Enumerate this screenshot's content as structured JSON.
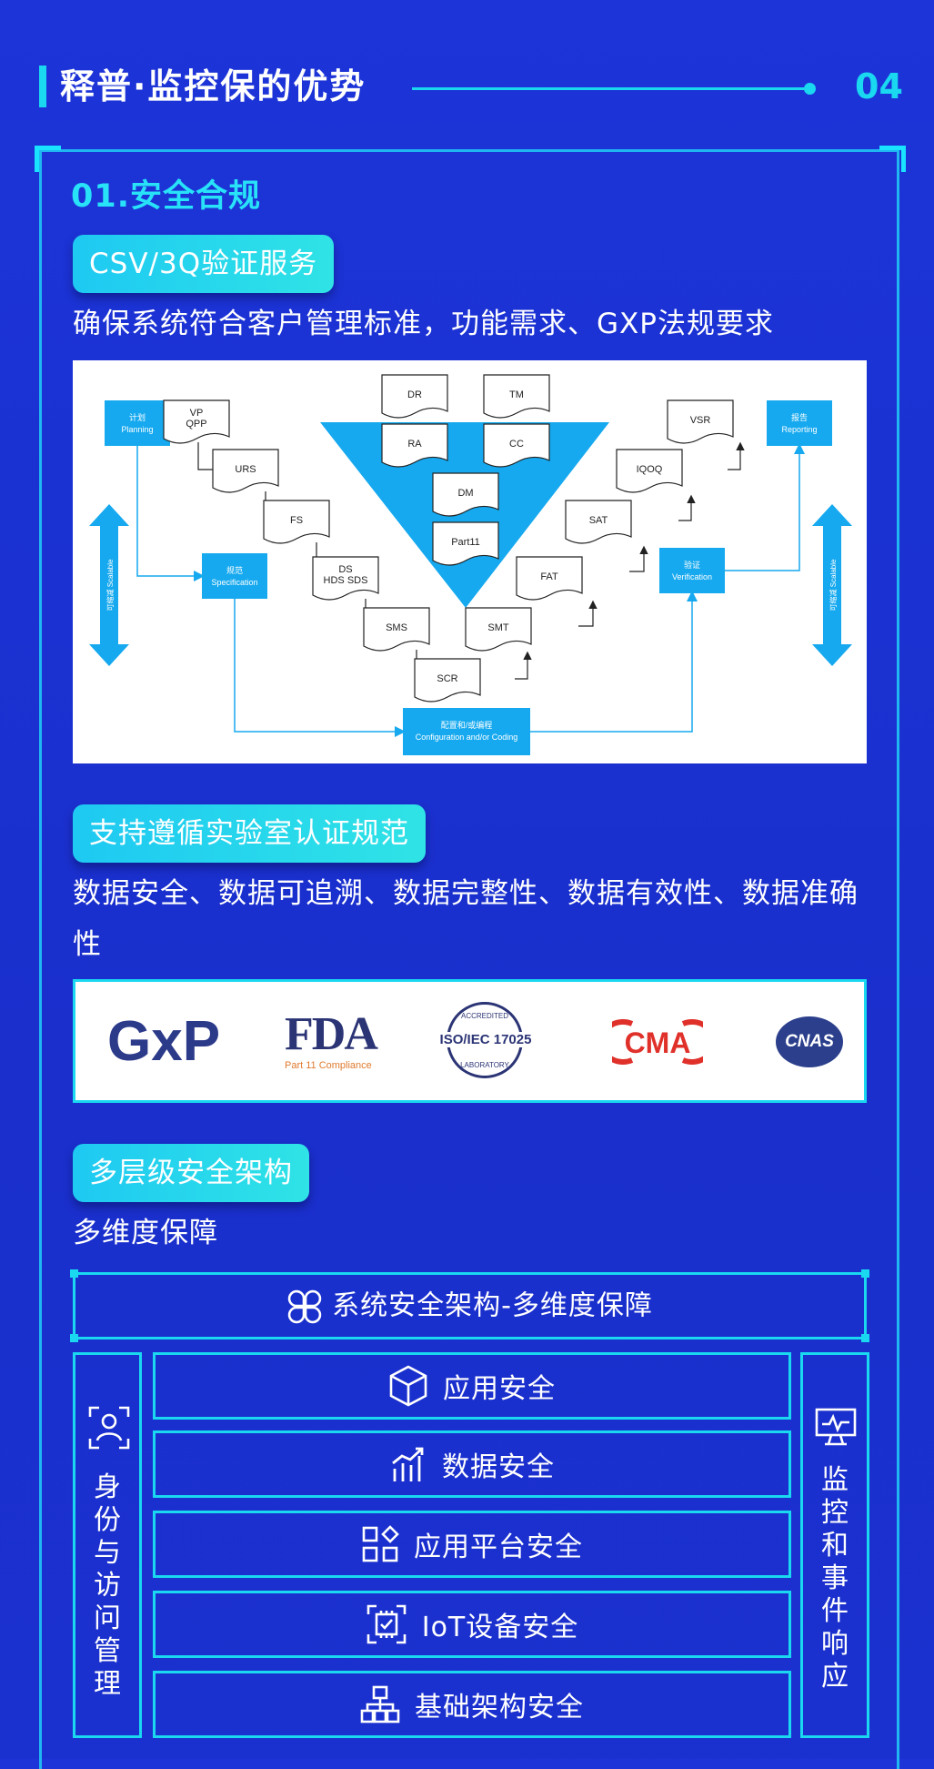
{
  "header": {
    "title": "释普·监控保的优势",
    "number": "04"
  },
  "section": {
    "title": "01.安全合规"
  },
  "blocks": [
    {
      "pill": "CSV/3Q验证服务",
      "desc": "确保系统符合客户管理标准，功能需求、GXP法规要求"
    },
    {
      "pill": "支持遵循实验室认证规范",
      "desc": "数据安全、数据可追溯、数据完整性、数据有效性、数据准确性"
    },
    {
      "pill": "多层级安全架构",
      "desc": "多维度保障"
    }
  ],
  "vmodel": {
    "planning": {
      "cn": "计划",
      "en": "Planning"
    },
    "reporting": {
      "cn": "报告",
      "en": "Reporting"
    },
    "specification": {
      "cn": "规范",
      "en": "Specification"
    },
    "verification": {
      "cn": "验证",
      "en": "Verification"
    },
    "coding": {
      "cn": "配置和/或编程",
      "en": "Configuration and/or Coding"
    },
    "scalable": "可缩减 Scalable",
    "left_docs": [
      "VP QPP",
      "URS",
      "FS",
      "DS HDS SDS",
      "SMS"
    ],
    "bottom_doc": "SCR",
    "right_docs": [
      "SMT",
      "FAT",
      "SAT",
      "IQOQ",
      "VSR"
    ],
    "center_docs": [
      "DR",
      "TM",
      "RA",
      "CC",
      "DM",
      "Part11"
    ]
  },
  "logos": {
    "gxp": "GxP",
    "fda": "FDA",
    "fda_sub": "Part 11 Compliance",
    "iso_main": "ISO/IEC 17025",
    "iso_top": "ACCREDITED",
    "iso_bottom": "LABORATORY",
    "cma": "CMA",
    "cnas": "CNAS"
  },
  "architecture": {
    "title": "系统安全架构-多维度保障",
    "left": "身份与访问管理",
    "right": "监控和事件响应",
    "layers": [
      "应用安全",
      "数据安全",
      "应用平台安全",
      "IoT设备安全",
      "基础架构安全"
    ]
  },
  "colors": {
    "accent": "#19d8f0",
    "background": "#1c34d8",
    "pill": "#1ec9f2",
    "diagram_blue": "#16a9ef"
  }
}
